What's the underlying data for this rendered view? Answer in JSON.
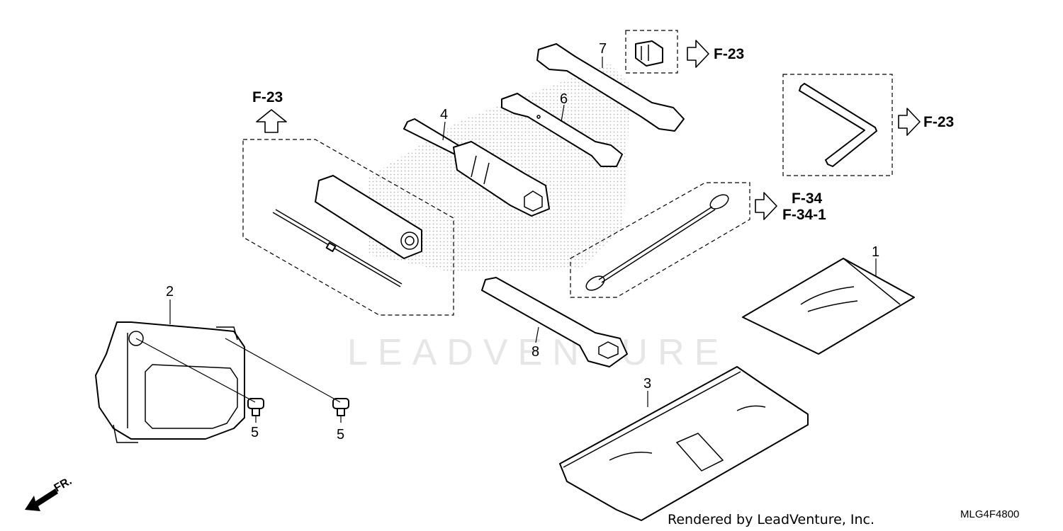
{
  "references": {
    "f23_screwdriver": "F-23",
    "f23_clip": "F-23",
    "f23_hex": "F-23",
    "f34": "F-34",
    "f34_1": "F-34-1"
  },
  "callouts": {
    "part_1": "1",
    "part_2": "2",
    "part_3": "3",
    "part_4": "4",
    "part_5a": "5",
    "part_5b": "5",
    "part_6": "6",
    "part_7": "7",
    "part_8": "8"
  },
  "front_indicator": "FR.",
  "watermark": "LEADVENTURE",
  "footer": {
    "rendered_by": "Rendered by LeadVenture, Inc.",
    "diagram_code": "MLG4F4800"
  }
}
